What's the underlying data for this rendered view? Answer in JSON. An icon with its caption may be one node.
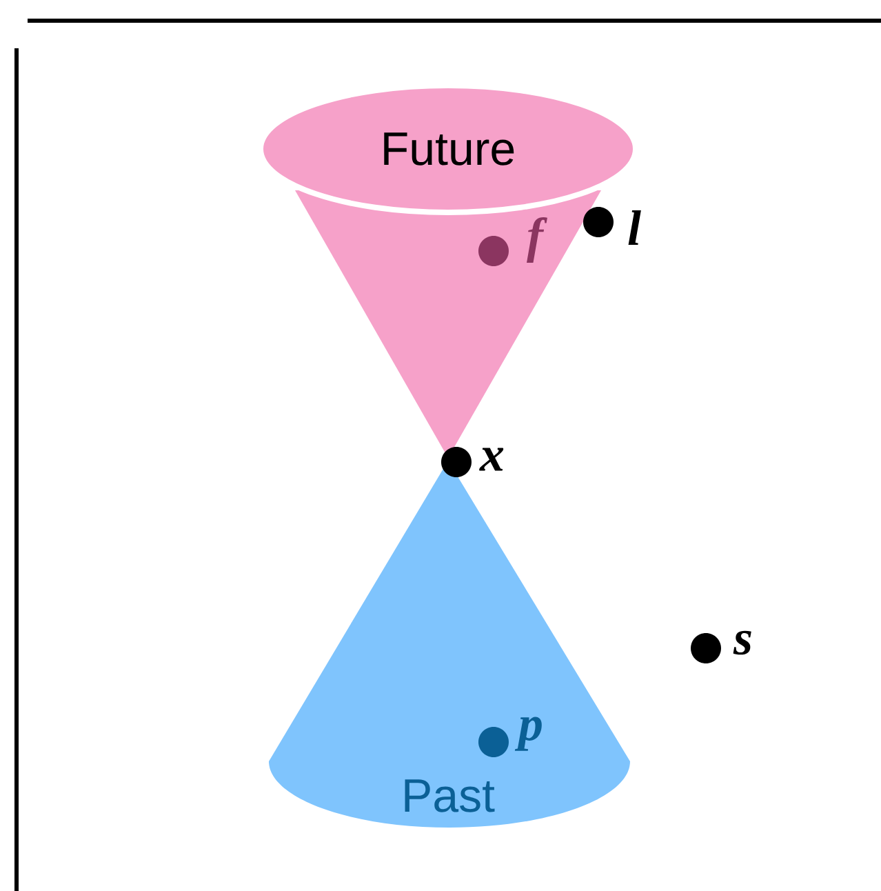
{
  "diagram": {
    "nodes": [
      {
        "text": [
          "Future"
        ]
      },
      {
        "text": [],
        "shape": "circle",
        "beside": [
          "l"
        ]
      },
      {
        "text": [],
        "shape": "circle",
        "beside": [
          "f"
        ],
        "in": 0
      },
      {
        "text": [],
        "shape": "circle",
        "beside": [
          "x"
        ]
      },
      {
        "text": [],
        "shape": "circle",
        "beside": [
          "s"
        ]
      },
      {
        "text": [
          "Past"
        ]
      },
      {
        "text": [],
        "shape": "circle",
        "beside": [
          "p"
        ],
        "in": 5
      }
    ]
  }
}
